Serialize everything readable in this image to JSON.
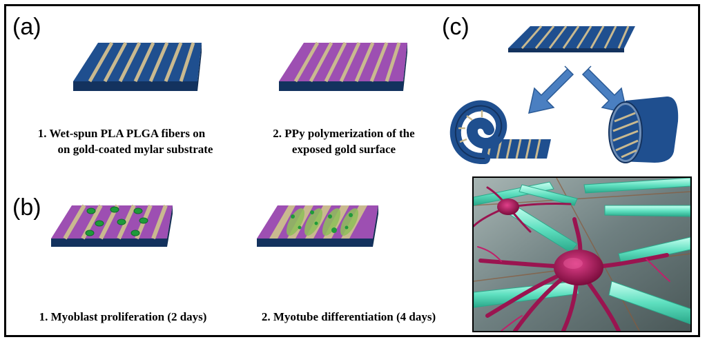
{
  "panels": {
    "a": {
      "label": "(a)",
      "step1": {
        "line1": "1. Wet-spun PLA PLGA fibers on",
        "line2": "on gold-coated mylar substrate"
      },
      "step2": {
        "line1": "2. PPy polymerization of the",
        "line2": "exposed gold surface"
      }
    },
    "b": {
      "label": "(b)",
      "step1": "1. Myoblast proliferation (2 days)",
      "step2": "2. Myotube differentiation (4 days)"
    },
    "c": {
      "label": "(c)"
    }
  },
  "colors": {
    "substrate_blue": "#1f4f8f",
    "substrate_side": "#13325e",
    "fiber_gold": "#c9b98f",
    "ppy_purple": "#9d4fb2",
    "cell_green": "#1f9a3a",
    "arrow_blue": "#4a7fc1",
    "tube_cyan": "#5fe0c0",
    "neuron_magenta": "#b0185a"
  }
}
